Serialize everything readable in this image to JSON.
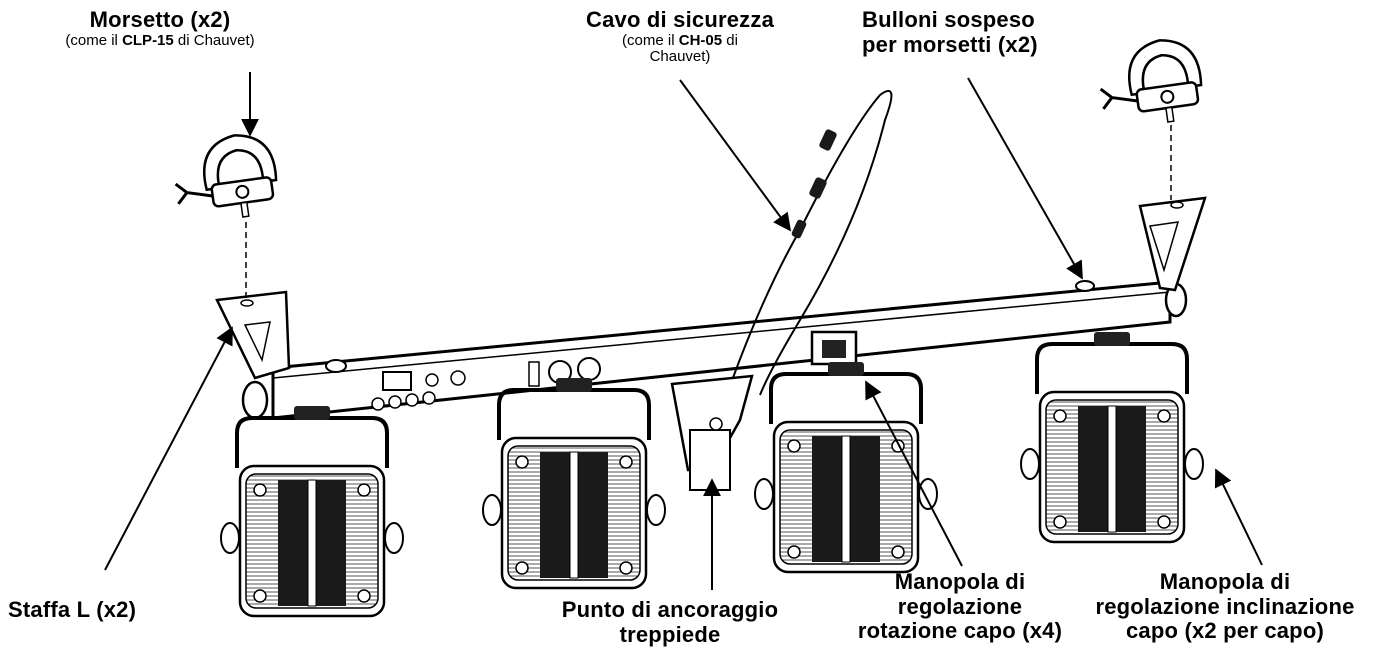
{
  "labels": {
    "morsetto": {
      "title": "Morsetto (x2)",
      "sub_pre": "(come il ",
      "sub_bold": "CLP-15",
      "sub_post": " di Chauvet)"
    },
    "cavo": {
      "title": "Cavo di sicurezza",
      "sub_pre": "(come il ",
      "sub_bold": "CH-05",
      "sub_post": " di",
      "sub_line2": "Chauvet)"
    },
    "bulloni": {
      "line1": "Bulloni sospeso",
      "line2": "per morsetti (x2)"
    },
    "staffa": {
      "line1": "Staffa L (x2)"
    },
    "punto": {
      "line1": "Punto di ancoraggio",
      "line2": "treppiede"
    },
    "manopola_rot": {
      "line1": "Manopola di",
      "line2": "regolazione",
      "line3": "rotazione capo (x4)"
    },
    "manopola_incl": {
      "line1": "Manopola di",
      "line2": "regolazione inclinazione",
      "line3": "capo (x2 per capo)"
    }
  },
  "colors": {
    "line": "#000000",
    "fill": "#ffffff",
    "heatsink": "#1a1a1a"
  }
}
